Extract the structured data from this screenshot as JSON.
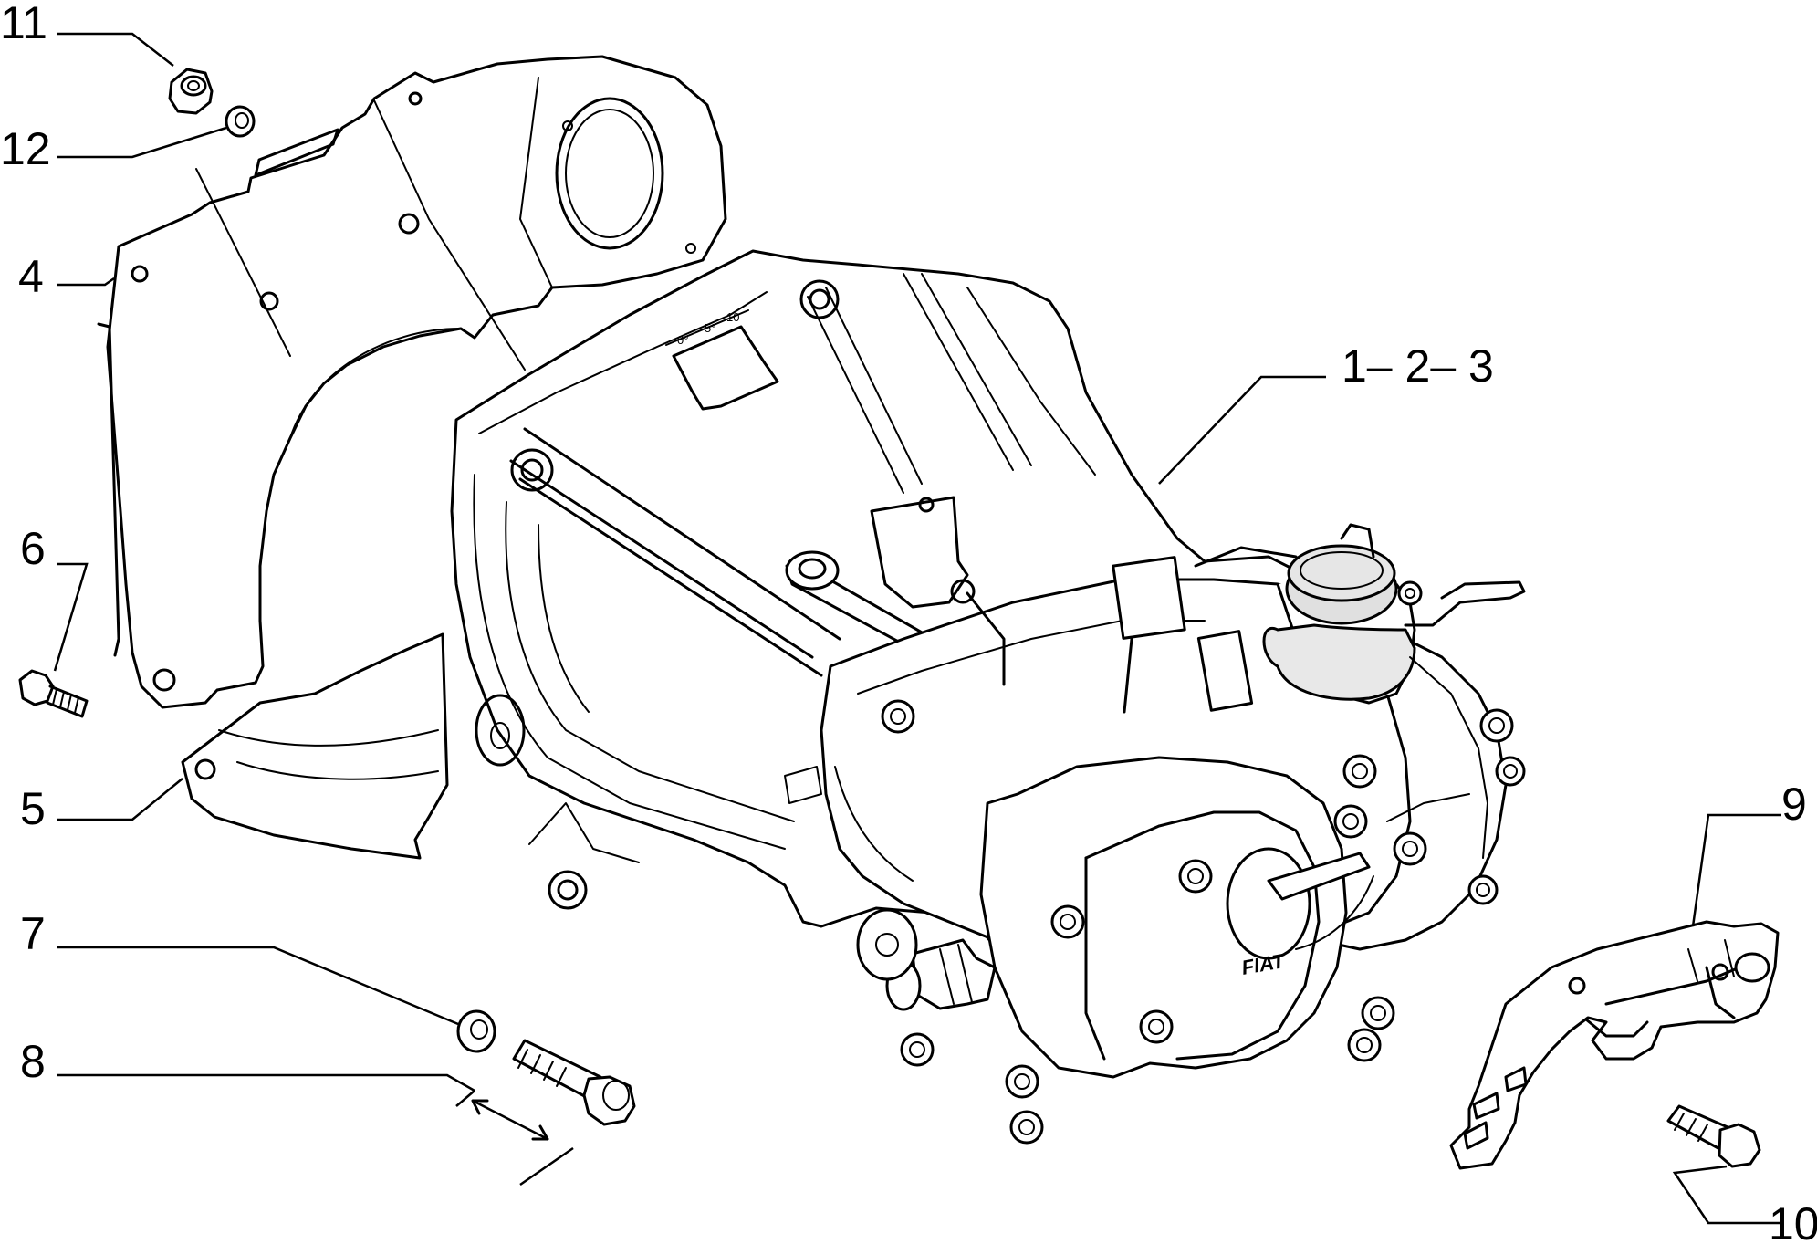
{
  "diagram": {
    "callouts": {
      "c11": "11",
      "c12": "12",
      "c4": "4",
      "c6": "6",
      "c5": "5",
      "c7": "7",
      "c8": "8",
      "c123": "1– 2– 3",
      "c9": "9",
      "c10": "10"
    },
    "scale_labels": {
      "s0": "0°",
      "s5": "5°",
      "s10": "10"
    },
    "brand_mark": "FIAT"
  }
}
